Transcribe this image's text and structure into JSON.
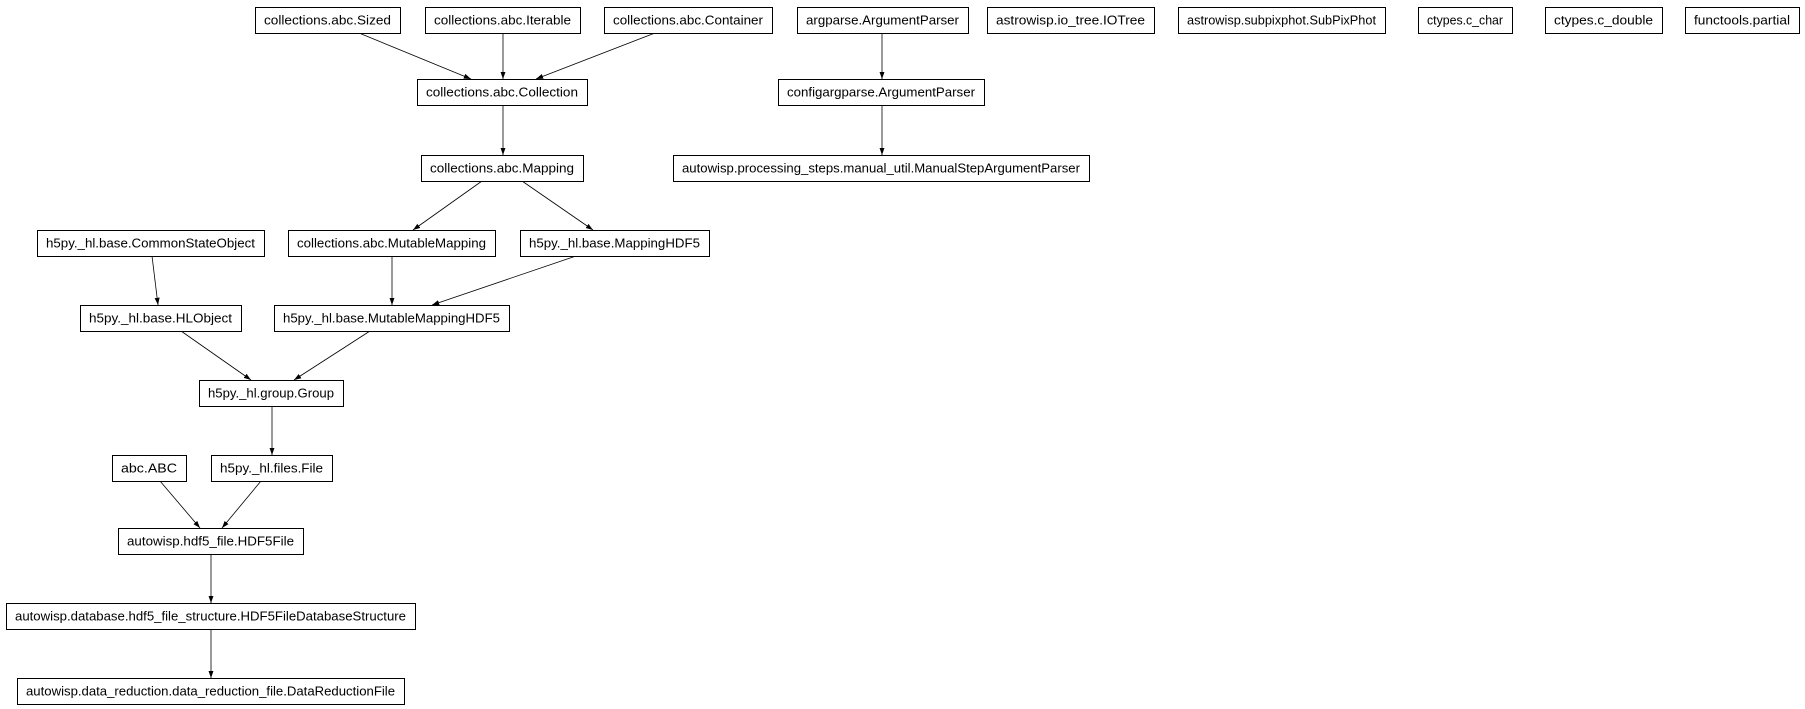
{
  "diagram": {
    "type": "inheritance-graph",
    "nodes": [
      {
        "id": "sized",
        "label": "collections.abc.Sized"
      },
      {
        "id": "iterable",
        "label": "collections.abc.Iterable"
      },
      {
        "id": "container",
        "label": "collections.abc.Container"
      },
      {
        "id": "argparse",
        "label": "argparse.ArgumentParser"
      },
      {
        "id": "iotree",
        "label": "astrowisp.io_tree.IOTree"
      },
      {
        "id": "subpixphot",
        "label": "astrowisp.subpixphot.SubPixPhot"
      },
      {
        "id": "c_char",
        "label": "ctypes.c_char"
      },
      {
        "id": "c_double",
        "label": "ctypes.c_double"
      },
      {
        "id": "partial",
        "label": "functools.partial"
      },
      {
        "id": "collection",
        "label": "collections.abc.Collection"
      },
      {
        "id": "configargparse",
        "label": "configargparse.ArgumentParser"
      },
      {
        "id": "mapping",
        "label": "collections.abc.Mapping"
      },
      {
        "id": "manualstep",
        "label": "autowisp.processing_steps.manual_util.ManualStepArgumentParser"
      },
      {
        "id": "commonstate",
        "label": "h5py._hl.base.CommonStateObject"
      },
      {
        "id": "mutablemapping",
        "label": "collections.abc.MutableMapping"
      },
      {
        "id": "mappinghdf5",
        "label": "h5py._hl.base.MappingHDF5"
      },
      {
        "id": "hlobject",
        "label": "h5py._hl.base.HLObject"
      },
      {
        "id": "mutablemappinghdf5",
        "label": "h5py._hl.base.MutableMappingHDF5"
      },
      {
        "id": "group",
        "label": "h5py._hl.group.Group"
      },
      {
        "id": "abc",
        "label": "abc.ABC"
      },
      {
        "id": "file",
        "label": "h5py._hl.files.File"
      },
      {
        "id": "hdf5file",
        "label": "autowisp.hdf5_file.HDF5File"
      },
      {
        "id": "dbstructure",
        "label": "autowisp.database.hdf5_file_structure.HDF5FileDatabaseStructure"
      },
      {
        "id": "datareduction",
        "label": "autowisp.data_reduction.data_reduction_file.DataReductionFile"
      }
    ],
    "edges": [
      [
        "sized",
        "collection"
      ],
      [
        "iterable",
        "collection"
      ],
      [
        "container",
        "collection"
      ],
      [
        "argparse",
        "configargparse"
      ],
      [
        "configargparse",
        "manualstep"
      ],
      [
        "collection",
        "mapping"
      ],
      [
        "mapping",
        "mutablemapping"
      ],
      [
        "mapping",
        "mappinghdf5"
      ],
      [
        "commonstate",
        "hlobject"
      ],
      [
        "mutablemapping",
        "mutablemappinghdf5"
      ],
      [
        "mappinghdf5",
        "mutablemappinghdf5"
      ],
      [
        "hlobject",
        "group"
      ],
      [
        "mutablemappinghdf5",
        "group"
      ],
      [
        "group",
        "file"
      ],
      [
        "abc",
        "hdf5file"
      ],
      [
        "file",
        "hdf5file"
      ],
      [
        "hdf5file",
        "dbstructure"
      ],
      [
        "dbstructure",
        "datareduction"
      ]
    ]
  }
}
